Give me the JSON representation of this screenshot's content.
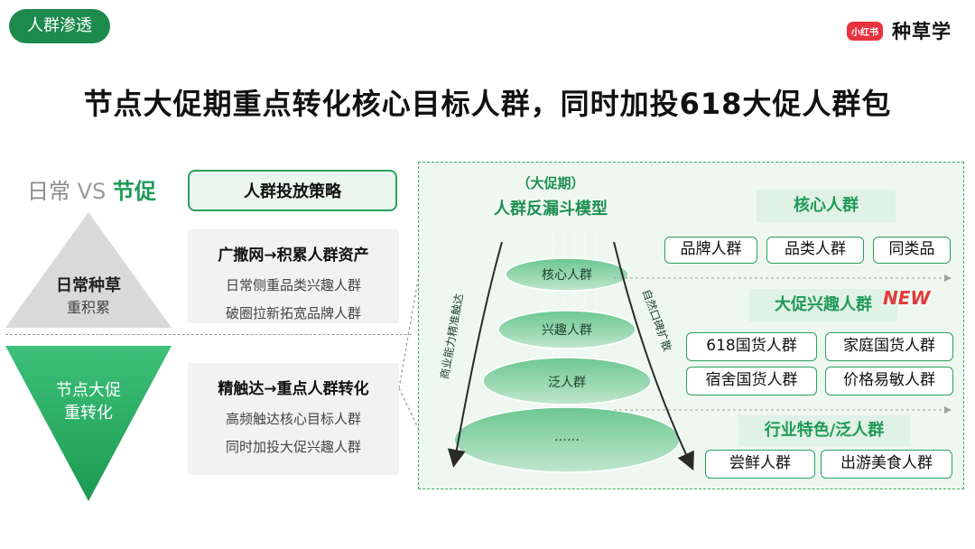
{
  "header": {
    "tag": "人群渗透",
    "brand_badge": "小红书",
    "brand_text": "种草学",
    "title": "节点大促期重点转化核心目标人群，同时加投618大促人群包"
  },
  "left": {
    "vs_daily": "日常",
    "vs_sep": " VS ",
    "vs_promo": "节促",
    "daily_title": "日常种草",
    "daily_sub": "重积累",
    "promo_title": "节点大促",
    "promo_sub": "重转化"
  },
  "strategy": {
    "header": "人群投放策略",
    "daily": {
      "head": "广撒网→积累人群资产",
      "lines": [
        "日常侧重品类兴趣人群",
        "破圈拉新拓宽品牌人群"
      ]
    },
    "promo": {
      "head": "精触达→重点人群转化",
      "lines": [
        "高频触达核心目标人群",
        "同时加投大促兴趣人群"
      ]
    }
  },
  "model": {
    "title_line1": "（大促期）",
    "title_line2": "人群反漏斗模型",
    "layers": [
      "核心人群",
      "兴趣人群",
      "泛人群",
      "……"
    ],
    "left_side": "商业能力精准触达",
    "right_side": "自然口碑扩散"
  },
  "sections": {
    "core": {
      "title": "核心人群",
      "tags": [
        "品牌人群",
        "品类人群",
        "同类品"
      ]
    },
    "promo": {
      "title": "大促兴趣人群",
      "badge": "NEW",
      "tags": [
        "618国货人群",
        "家庭国货人群",
        "宿舍国货人群",
        "价格易敏人群"
      ]
    },
    "industry": {
      "title": "行业特色/泛人群",
      "tags": [
        "尝鲜人群",
        "出游美食人群"
      ]
    }
  },
  "colors": {
    "brand_green": "#1c8a4c",
    "accent_green": "#2aa05c",
    "brand_red": "#e8323e",
    "new_red": "#e23b3b"
  }
}
